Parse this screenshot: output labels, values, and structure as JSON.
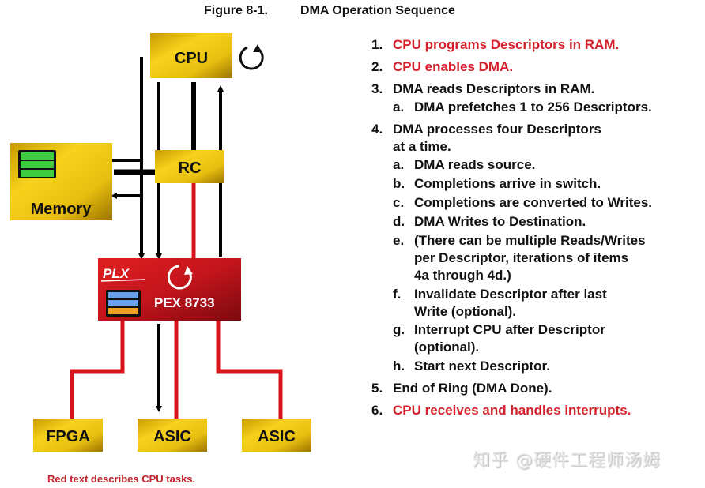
{
  "figure": {
    "number": "Figure 8-1.",
    "title": "DMA Operation Sequence"
  },
  "diagram": {
    "cpu_label": "CPU",
    "rc_label": "RC",
    "memory_label": "Memory",
    "switch_label": "PEX 8733",
    "switch_logo": "PLX",
    "endpoints": [
      "FPGA",
      "ASIC",
      "ASIC"
    ],
    "colors": {
      "gold": "#e8bf10",
      "switch_red": "#c4141c",
      "link_red": "#d8141c",
      "memory_green": "#3fcb3f",
      "descriptor_blue": "#6a9ee8",
      "descriptor_orange": "#f0a020"
    }
  },
  "steps": [
    {
      "num": "1.",
      "text": "CPU programs Descriptors in RAM.",
      "cpu_task": true
    },
    {
      "num": "2.",
      "text": "CPU enables DMA.",
      "cpu_task": true
    },
    {
      "num": "3.",
      "text": "DMA reads Descriptors in RAM.",
      "cpu_task": false
    },
    {
      "num": "a.",
      "text": "DMA prefetches 1 to 256 Descriptors.",
      "cpu_task": false,
      "sub": true
    },
    {
      "num": "4.",
      "text": "DMA processes four Descriptors",
      "text2": "at a time.",
      "cpu_task": false
    },
    {
      "num": "a.",
      "text": "DMA reads source.",
      "sub": true
    },
    {
      "num": "b.",
      "text": "Completions arrive in switch.",
      "sub": true
    },
    {
      "num": "c.",
      "text": "Completions are converted to Writes.",
      "sub": true
    },
    {
      "num": "d.",
      "text": "DMA Writes to Destination.",
      "sub": true
    },
    {
      "num": "e.",
      "text": "(There can be multiple Reads/Writes",
      "text2": "per Descriptor, iterations of items",
      "text3": "4a through 4d.)",
      "sub": true
    },
    {
      "num": "f.",
      "text": "Invalidate Descriptor after last",
      "text2": "Write (optional).",
      "sub": true
    },
    {
      "num": "g.",
      "text": "Interrupt CPU after Descriptor",
      "text2": "(optional).",
      "sub": true
    },
    {
      "num": "h.",
      "text": "Start next Descriptor.",
      "sub": true
    },
    {
      "num": "5.",
      "text": "End of Ring (DMA Done).",
      "cpu_task": false
    },
    {
      "num": "6.",
      "text": "CPU receives and handles interrupts.",
      "cpu_task": true
    }
  ],
  "legend_note": "Red text describes CPU tasks.",
  "watermark": "知乎 @硬件工程师汤姆"
}
